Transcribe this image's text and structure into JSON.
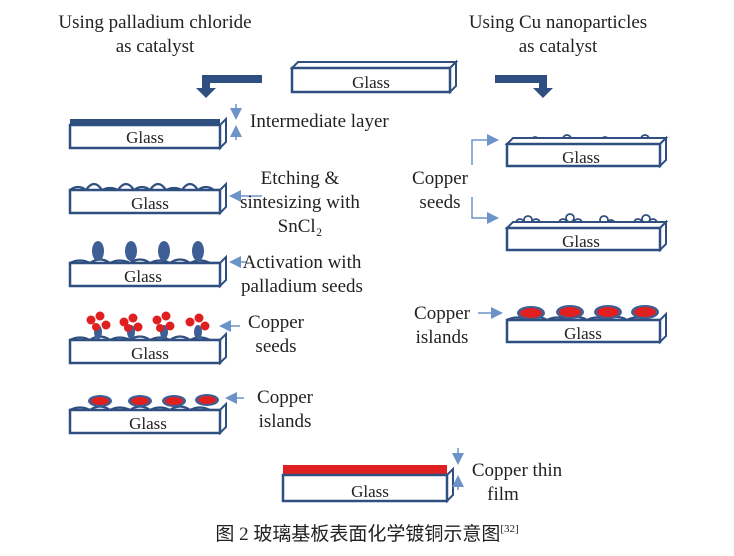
{
  "labels": {
    "left_title_1": "Using palladium chloride",
    "left_title_2": "as catalyst",
    "right_title_1": "Using Cu nanoparticles",
    "right_title_2": "as catalyst",
    "glass": "Glass",
    "intermediate_layer": "Intermediate layer",
    "etching_1": "Etching &",
    "etching_2": "sintesizing with",
    "etching_3": "SnCl₂",
    "activation_1": "Activation with",
    "activation_2": "palladium seeds",
    "copper": "Copper",
    "seeds": "seeds",
    "islands": "islands",
    "copper_thin": "Copper thin",
    "film": "film",
    "caption": "图 2   玻璃基板表面化学镀铜示意图",
    "caption_ref": "[32]"
  },
  "colors": {
    "glass_outline": "#2f4f80",
    "arrow": "#6b93c8",
    "copper": "#e02020",
    "seed_blue": "#3d5f96"
  }
}
